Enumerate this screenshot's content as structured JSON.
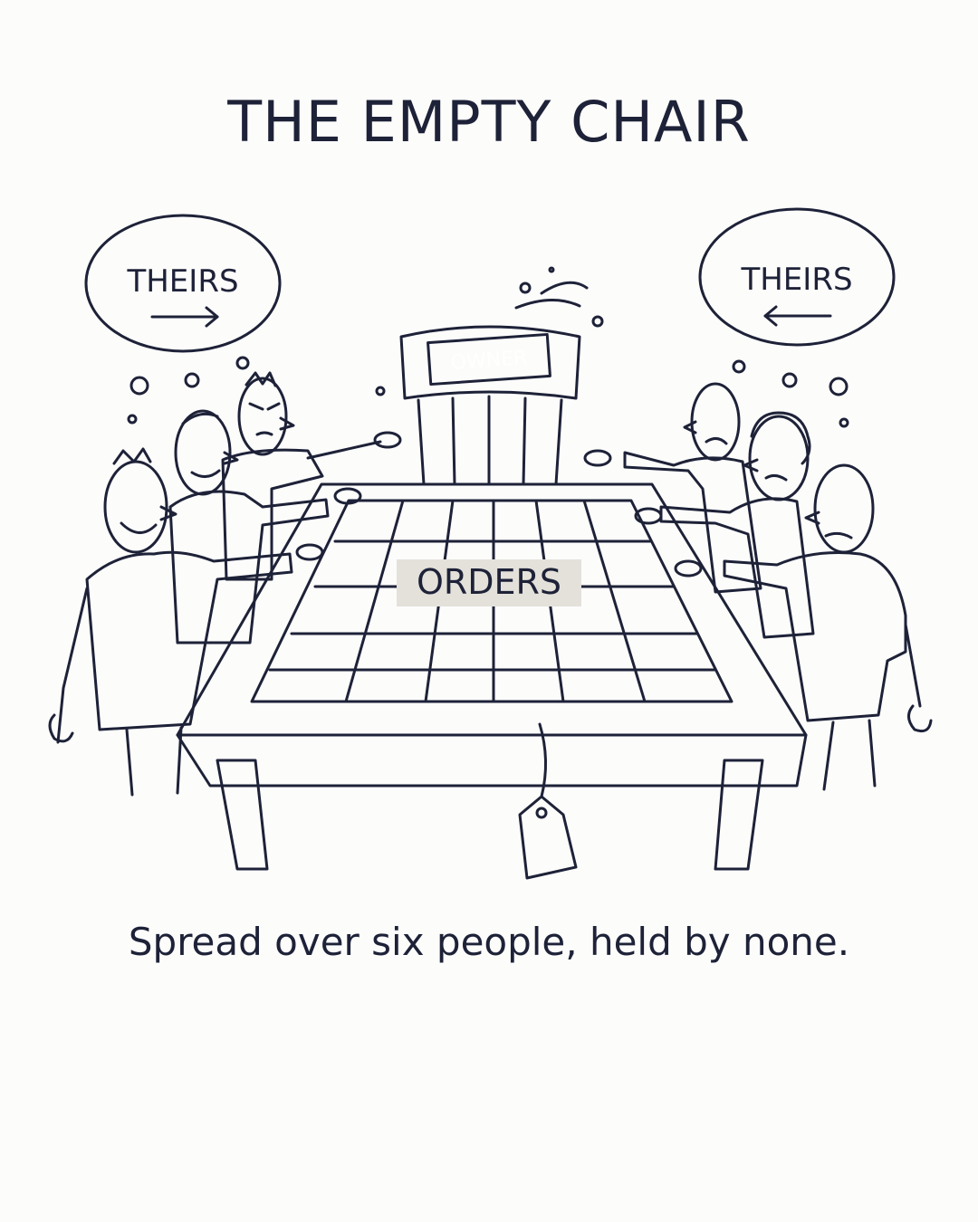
{
  "title": "THE EMPTY CHAIR",
  "caption": "Spread over six people, held by none.",
  "bubbles": {
    "left": {
      "text": "THEIRS",
      "arrow": "right"
    },
    "right": {
      "text": "THEIRS",
      "arrow": "left"
    }
  },
  "chair_sign": "OWNER",
  "table_label": "ORDERS",
  "colors": {
    "ink": "#1e2238",
    "team_left_shirt": "#2f45d1",
    "team_right_shirt": "#dca22a",
    "owner_sign": "#a3193f",
    "tag": "#1c8a55",
    "table": "#e3e1da"
  },
  "icons": [
    "speech-bubble",
    "arrow-right-icon",
    "arrow-left-icon",
    "chair-icon",
    "price-tag-icon"
  ]
}
